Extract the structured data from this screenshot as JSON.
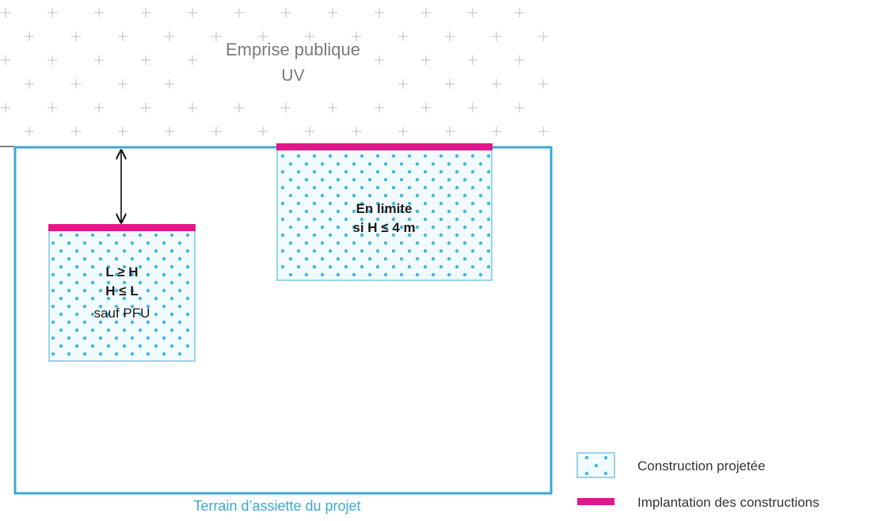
{
  "public_space": {
    "title": "Emprise publique",
    "code": "UV"
  },
  "parcel": {
    "label": "Terrain d’assiette du projet"
  },
  "building_left": {
    "lines": [
      "L ≥ H",
      "H ≤ L",
      "sauf PFU"
    ]
  },
  "building_right": {
    "lines": [
      "En limite",
      "si H ≤ 4 m"
    ]
  },
  "legend": {
    "items": [
      {
        "label": "Construction projetée",
        "symbol": "dotted-box"
      },
      {
        "label": "Implantation des constructions",
        "symbol": "magenta-bar"
      }
    ]
  },
  "colors": {
    "parcel_border": "#3aa9d4",
    "building_border": "#7cc6e4",
    "building_fill": "#f1fafd",
    "dot": "#45b5e0",
    "implantation": "#e0188a",
    "cross": "#c9c9c9",
    "public_text": "#7a7a7a",
    "parcel_label": "#3aa9d4",
    "dark_text": "#1a1a1a",
    "legend_text": "#333333"
  }
}
